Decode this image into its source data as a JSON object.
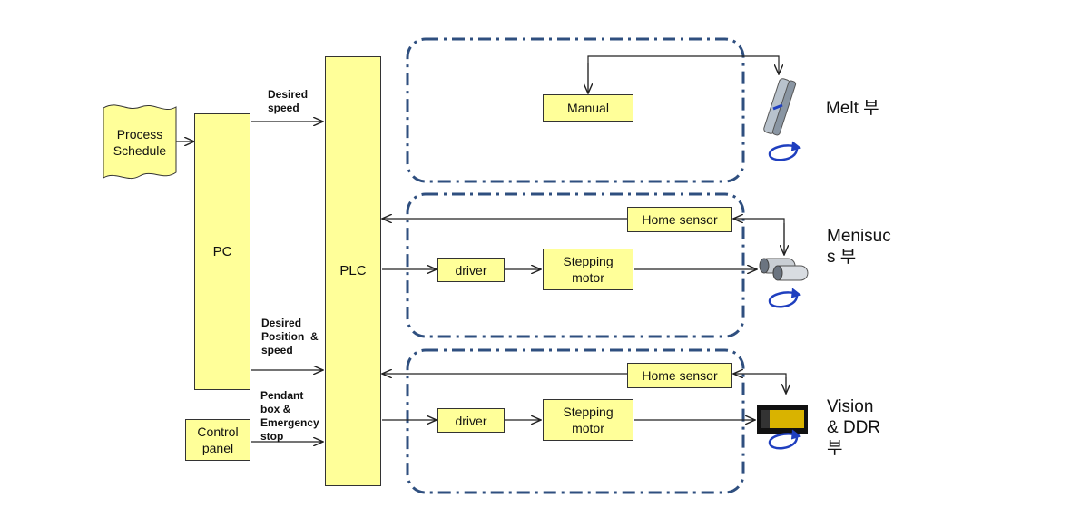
{
  "blocks": {
    "process_schedule": "Process\nSchedule",
    "pc": "PC",
    "plc": "PLC",
    "control_panel": "Control\npanel",
    "manual": "Manual",
    "home_sensor_1": "Home sensor",
    "home_sensor_2": "Home sensor",
    "driver_1": "driver",
    "driver_2": "driver",
    "stepping_motor_1": "Stepping\nmotor",
    "stepping_motor_2": "Stepping\nmotor"
  },
  "signals": {
    "desired_speed": "Desired\nspeed",
    "desired_position_speed": "Desired\nPosition  &\nspeed",
    "pendant_emergency": "Pendant\nbox &\nEmergency\nstop"
  },
  "sections": {
    "melt": "Melt 부",
    "meniscus": "Menisuc\ns 부",
    "vision": "Vision\n& DDR\n부"
  },
  "colors": {
    "block_fill": "#ffff99",
    "group_border": "#2f4f7f",
    "rotation_arrow": "#1f3fbf"
  },
  "icons": [
    "melt-device-icon",
    "meniscus-device-icon",
    "vision-camera-icon",
    "rotation-arrow-icon"
  ]
}
